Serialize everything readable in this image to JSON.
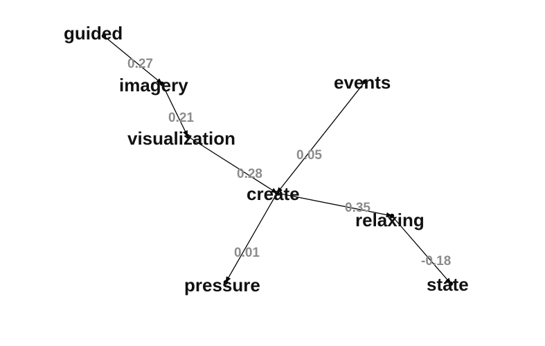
{
  "nodes": [
    {
      "id": "guided",
      "label": "guided"
    },
    {
      "id": "imagery",
      "label": "imagery"
    },
    {
      "id": "visualization",
      "label": "visualization"
    },
    {
      "id": "create",
      "label": "create"
    },
    {
      "id": "events",
      "label": "events"
    },
    {
      "id": "relaxing",
      "label": "relaxing"
    },
    {
      "id": "pressure",
      "label": "pressure"
    },
    {
      "id": "state",
      "label": "state"
    }
  ],
  "edges": [
    {
      "from": "guided",
      "to": "imagery",
      "weight": "0.27"
    },
    {
      "from": "imagery",
      "to": "visualization",
      "weight": "0.21"
    },
    {
      "from": "visualization",
      "to": "create",
      "weight": "0.28"
    },
    {
      "from": "events",
      "to": "create",
      "weight": "0.05"
    },
    {
      "from": "create",
      "to": "relaxing",
      "weight": "0.35"
    },
    {
      "from": "create",
      "to": "pressure",
      "weight": "0.01"
    },
    {
      "from": "relaxing",
      "to": "state",
      "weight": "-0.18"
    }
  ],
  "colors": {
    "node_text": "#111111",
    "edge_label": "#8c8c8c",
    "edge_line": "#000000",
    "background": "#ffffff"
  }
}
